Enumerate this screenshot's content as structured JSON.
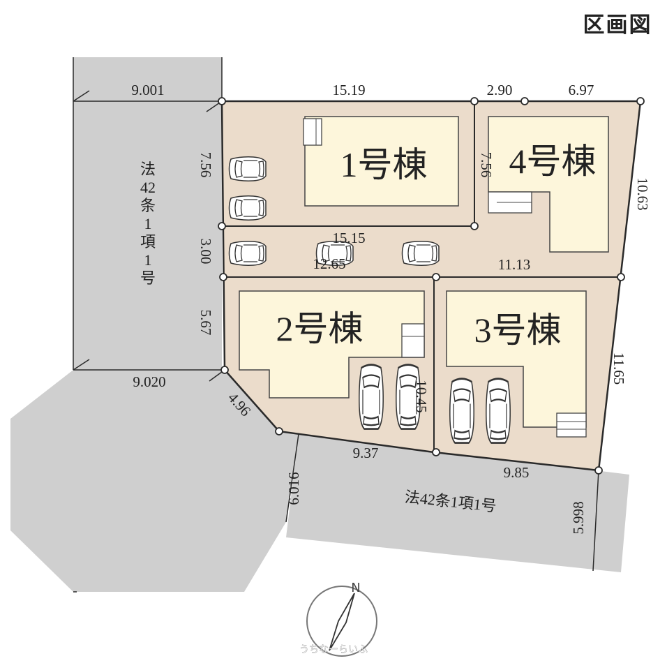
{
  "title": "区画図",
  "buildings": [
    {
      "id": "1",
      "label": "1号棟"
    },
    {
      "id": "4",
      "label": "4号棟"
    },
    {
      "id": "2",
      "label": "2号棟"
    },
    {
      "id": "3",
      "label": "3号棟"
    }
  ],
  "dimensions": {
    "top_road_width": "9.001",
    "lot1_top": "15.19",
    "lot4_top_a": "2.90",
    "lot4_top_b": "6.97",
    "lot1_left": "7.56",
    "lot4_left": "7.56",
    "lot4_right": "10.63",
    "drive_left": "3.00",
    "drive_upper": "15.15",
    "drive_lower": "12.65",
    "lot3_top": "11.13",
    "lot2_left": "5.67",
    "left_road_width": "9.020",
    "corner_cut": "4.96",
    "lot2_divider": "10.45",
    "lot3_right": "11.65",
    "lot2_bottom": "9.37",
    "lot3_bottom": "9.85",
    "bottom_road_left": "6.016",
    "bottom_road_right": "5.998"
  },
  "roads": {
    "west_road_label": [
      "法",
      "42",
      "条",
      "1",
      "項",
      "1",
      "号"
    ],
    "south_road_label": "法42条1項1号"
  },
  "compass": {
    "north_label": "N"
  },
  "watermark": "うちなーらいふ",
  "colors": {
    "road": "#cfcfcf",
    "site": "#ebdccb",
    "building": "#fdf6db",
    "line": "#2a2a2a"
  }
}
